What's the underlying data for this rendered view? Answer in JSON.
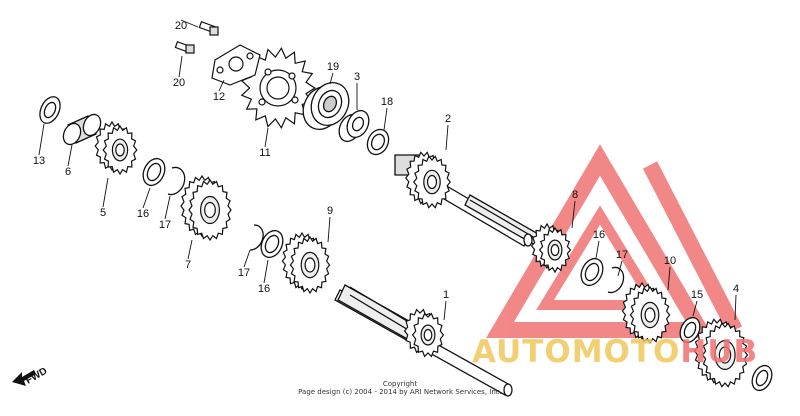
{
  "diagram": {
    "parts": [
      {
        "id": "p1",
        "number": "1"
      },
      {
        "id": "p2",
        "number": "2"
      },
      {
        "id": "p3",
        "number": "3"
      },
      {
        "id": "p4",
        "number": "4"
      },
      {
        "id": "p5",
        "number": "5"
      },
      {
        "id": "p6",
        "number": "6"
      },
      {
        "id": "p7",
        "number": "7"
      },
      {
        "id": "p8",
        "number": "8"
      },
      {
        "id": "p9",
        "number": "9"
      },
      {
        "id": "p10",
        "number": "10"
      },
      {
        "id": "p11",
        "number": "11"
      },
      {
        "id": "p12",
        "number": "12"
      },
      {
        "id": "p13",
        "number": "13"
      },
      {
        "id": "p15",
        "number": "15"
      },
      {
        "id": "p16a",
        "number": "16"
      },
      {
        "id": "p16b",
        "number": "16"
      },
      {
        "id": "p16c",
        "number": "16"
      },
      {
        "id": "p17a",
        "number": "17"
      },
      {
        "id": "p17b",
        "number": "17"
      },
      {
        "id": "p17c",
        "number": "17"
      },
      {
        "id": "p18",
        "number": "18"
      },
      {
        "id": "p19",
        "number": "19"
      },
      {
        "id": "p20a",
        "number": "20"
      },
      {
        "id": "p20b",
        "number": "20"
      }
    ],
    "fwd_label": "FWD"
  },
  "footer": {
    "copyright_title": "Copyright",
    "copyright_text": "Page design (c) 2004 - 2014 by ARI Network Services, Inc."
  },
  "watermark": {
    "part1": "AUTOMOTO",
    "part2": "HUB",
    "color_red": "#f06a6a",
    "color_gold": "#f0c75a"
  }
}
